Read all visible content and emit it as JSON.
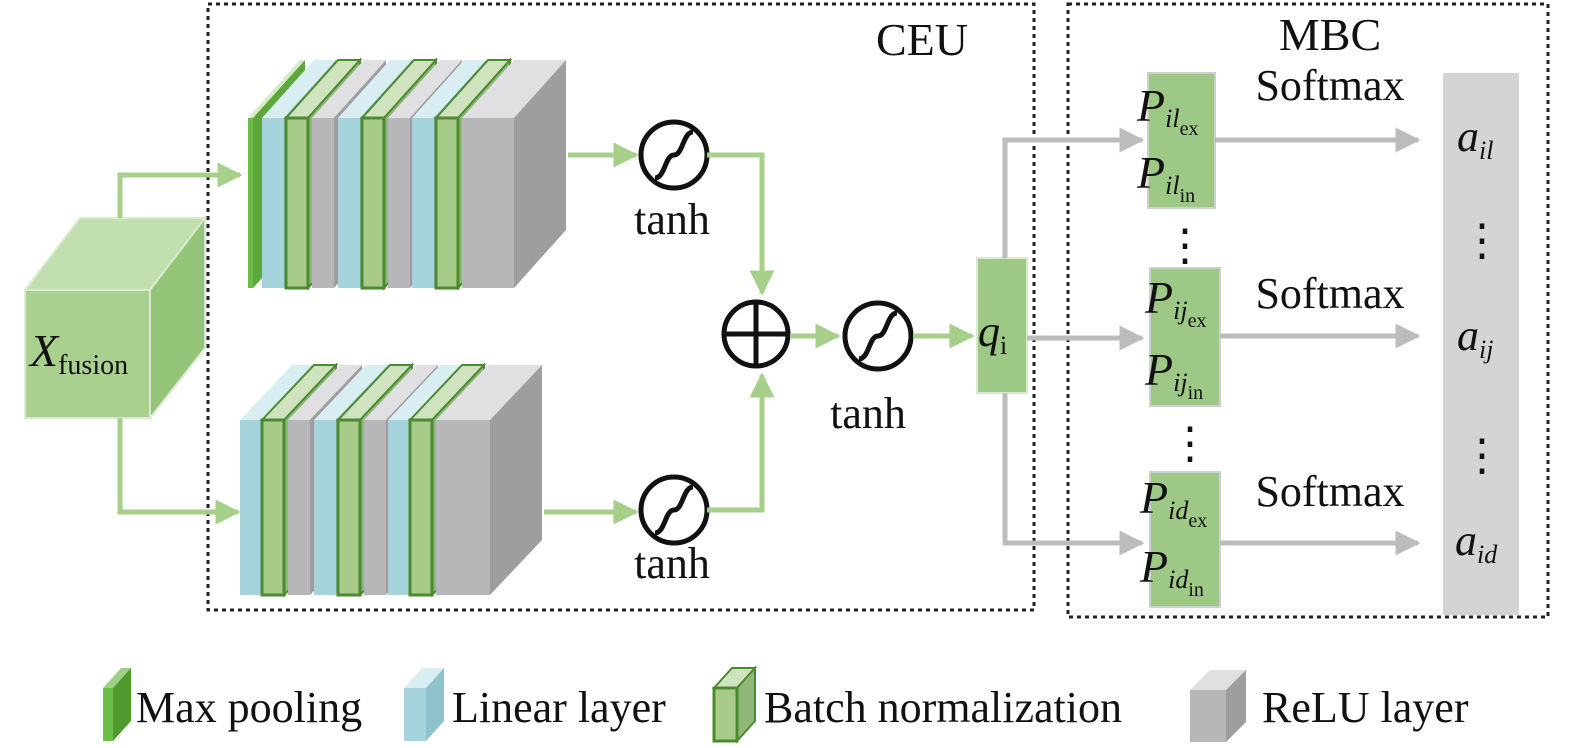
{
  "ceu_label": "CEU",
  "mbc_label": "MBC",
  "input": {
    "main": "X",
    "sub": "fusion"
  },
  "tanh_label": "tanh",
  "q": {
    "main": "q",
    "sub": "i"
  },
  "softmax_label": "Softmax",
  "p_blocks": [
    {
      "ex_main": "P",
      "ex_sub": "il",
      "ex_sub2": "ex",
      "in_main": "P",
      "in_sub": "il",
      "in_sub2": "in"
    },
    {
      "ex_main": "P",
      "ex_sub": "ij",
      "ex_sub2": "ex",
      "in_main": "P",
      "in_sub": "ij",
      "in_sub2": "in"
    },
    {
      "ex_main": "P",
      "ex_sub": "id",
      "ex_sub2": "ex",
      "in_main": "P",
      "in_sub": "id",
      "in_sub2": "in"
    }
  ],
  "outputs": [
    {
      "main": "a",
      "sub": "il"
    },
    {
      "main": "a",
      "sub": "ij"
    },
    {
      "main": "a",
      "sub": "id"
    }
  ],
  "vdots": "⋮",
  "plus_symbol": "⊕",
  "legend": [
    {
      "label": "Max pooling",
      "color": "#6cbd45"
    },
    {
      "label": "Linear layer",
      "color": "#a5d3dc"
    },
    {
      "label": "Batch normalization",
      "color": "#a8cb8a"
    },
    {
      "label": "ReLU layer",
      "color": "#b7b7b9"
    }
  ],
  "colors": {
    "arrow_green": "#a6cf8a",
    "arrow_gray": "#bcbcbc",
    "block_green": "#9ec885",
    "output_gray": "#d4d4d4"
  }
}
